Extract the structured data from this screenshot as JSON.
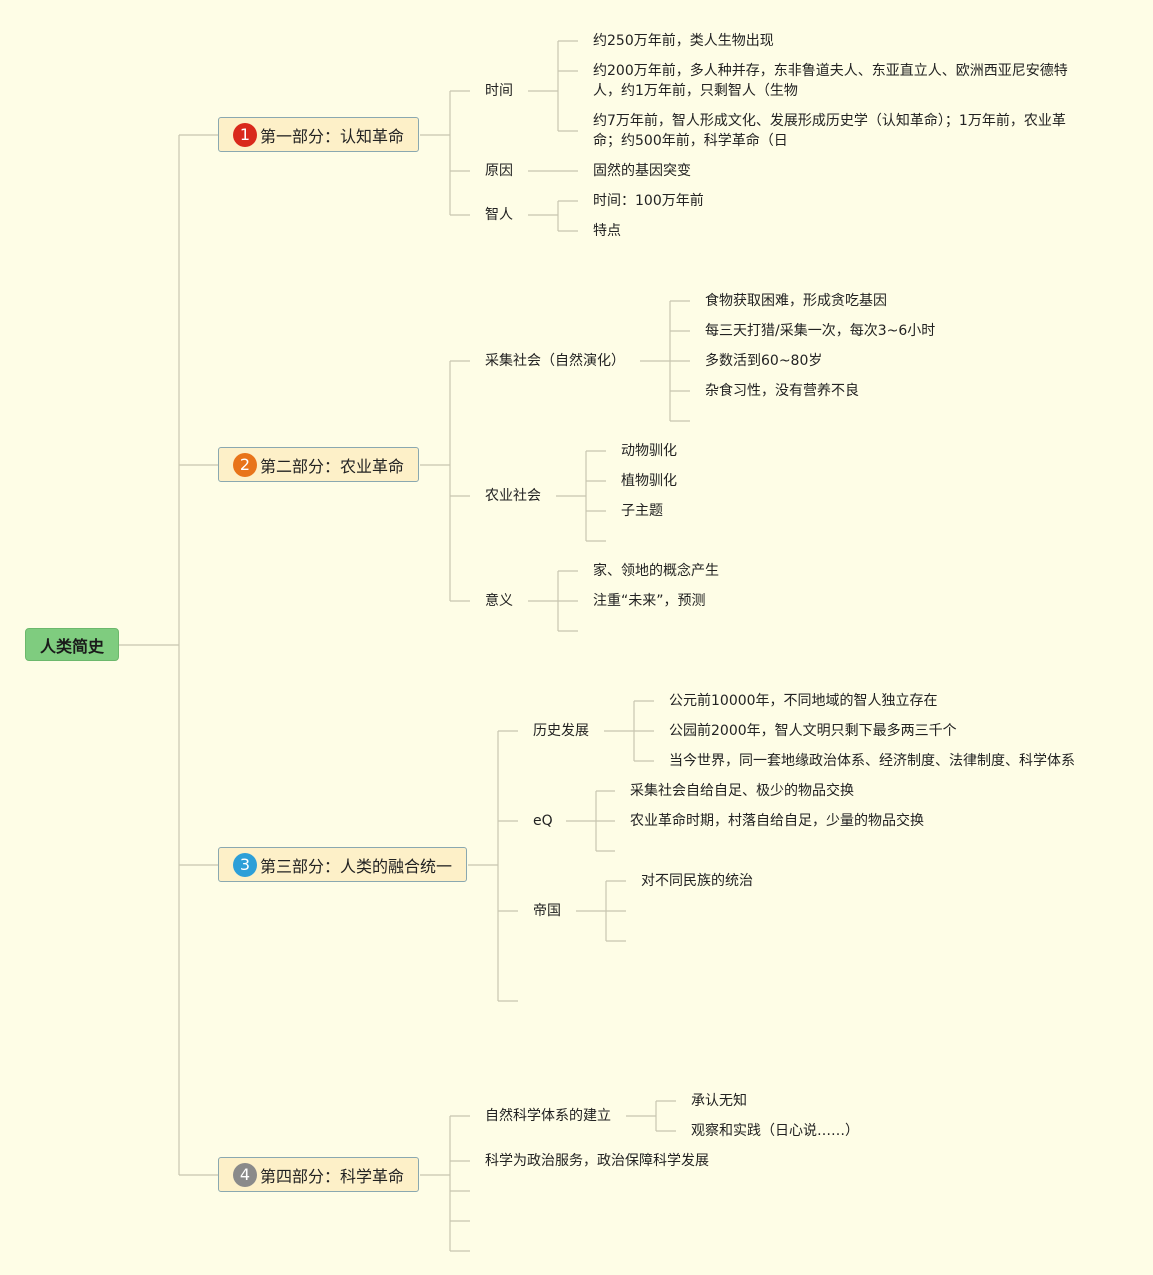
{
  "colors": {
    "background": "#fefde6",
    "root_fill": "#7fcc7f",
    "section_fill": "#fdf0c8",
    "line": "#c8c6b0",
    "badge1": "#d9291c",
    "badge2": "#e8741a",
    "badge3": "#2d9fd8",
    "badge4": "#8a8a8a"
  },
  "root": {
    "label": "人类简史"
  },
  "sections": [
    {
      "badge": "1",
      "badge_color": "#d9291c",
      "label": "第一部分：认知革命",
      "branches": [
        {
          "label": "时间",
          "leaves": [
            "约250万年前，类人生物出现",
            "约200万年前，多人种并存，东非鲁道夫人、东亚直立人、欧洲西亚尼安德特人，约1万年前，只剩智人（生物",
            "约7万年前，智人形成文化、发展形成历史学（认知革命）；1万年前，农业革命；约500年前，科学革命（日"
          ]
        },
        {
          "label": "原因",
          "leaves": [
            "固然的基因突变"
          ]
        },
        {
          "label": "智人",
          "leaves": [
            "时间：100万年前",
            "特点"
          ]
        }
      ]
    },
    {
      "badge": "2",
      "badge_color": "#e8741a",
      "label": "第二部分：农业革命",
      "branches": [
        {
          "label": "采集社会（自然演化）",
          "leaves": [
            "食物获取困难，形成贪吃基因",
            "每三天打猎/采集一次，每次3~6小时",
            "多数活到60~80岁",
            "杂食习性，没有营养不良",
            ""
          ]
        },
        {
          "label": "农业社会",
          "leaves": [
            "动物驯化",
            "植物驯化",
            "子主题",
            ""
          ]
        },
        {
          "label": "意义",
          "leaves": [
            "家、领地的概念产生",
            "注重“未来”，预测",
            ""
          ]
        }
      ]
    },
    {
      "badge": "3",
      "badge_color": "#2d9fd8",
      "label": "第三部分：人类的融合统一",
      "branches": [
        {
          "label": "历史发展",
          "leaves": [
            "公元前10000年，不同地域的智人独立存在",
            "公园前2000年，智人文明只剩下最多两三千个",
            "当今世界，同一套地缘政治体系、经济制度、法律制度、科学体系"
          ]
        },
        {
          "label": "eQ",
          "leaves": [
            "采集社会自给自足、极少的物品交换",
            "农业革命时期，村落自给自足，少量的物品交换",
            ""
          ]
        },
        {
          "label": "帝国",
          "leaves": [
            "对不同民族的统治",
            "",
            ""
          ]
        },
        {
          "label": "",
          "leaves": []
        }
      ]
    },
    {
      "badge": "4",
      "badge_color": "#8a8a8a",
      "label": "第四部分：科学革命",
      "branches": [
        {
          "label": "自然科学体系的建立",
          "leaves": [
            "承认无知",
            "观察和实践（日心说……）"
          ]
        },
        {
          "label": "科学为政治服务，政治保障科学发展",
          "leaves": []
        },
        {
          "label": "",
          "leaves": []
        },
        {
          "label": "",
          "leaves": []
        },
        {
          "label": "",
          "leaves": []
        }
      ]
    }
  ]
}
